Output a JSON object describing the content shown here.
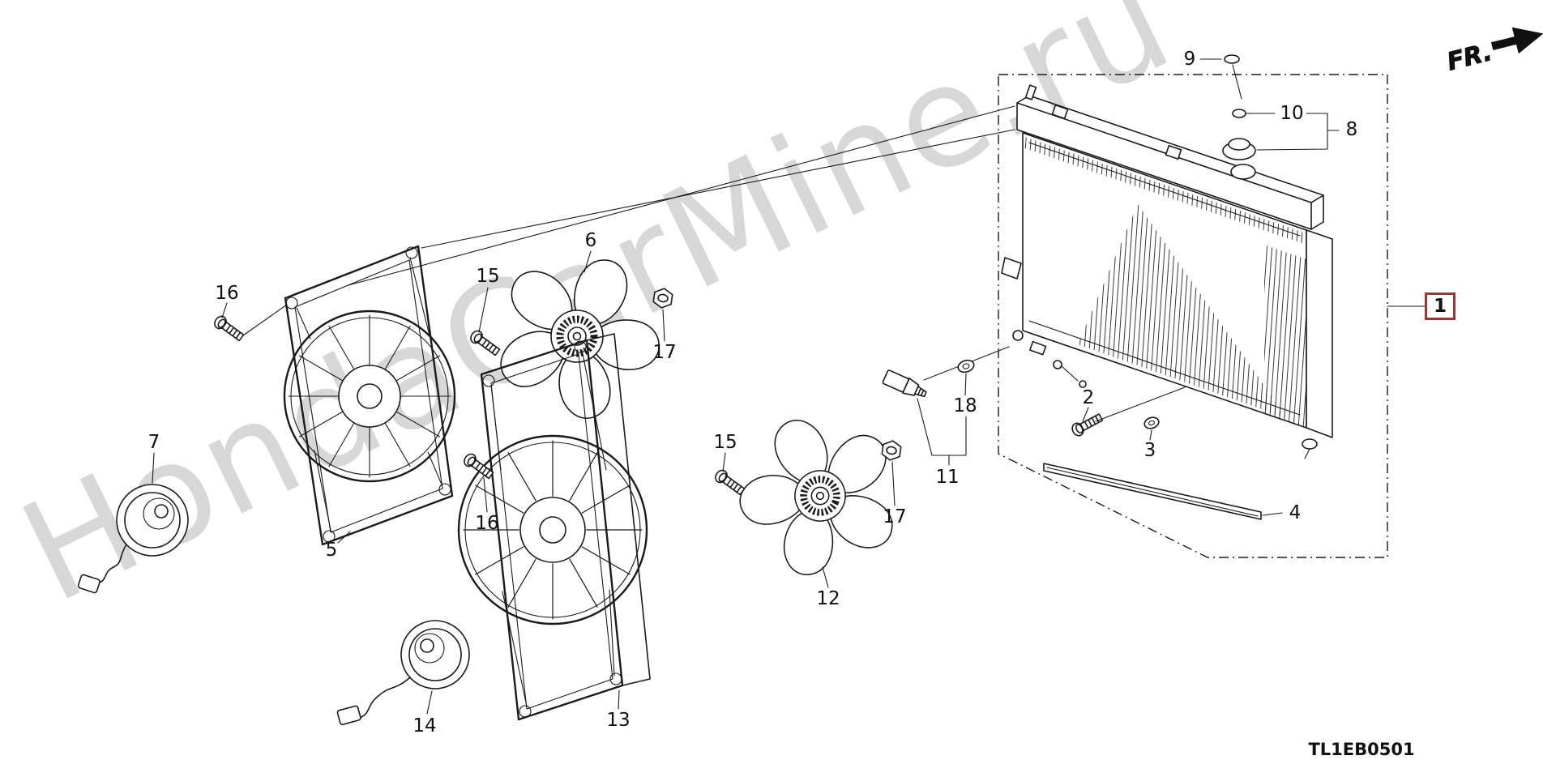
{
  "watermark": "HondaCarMine.ru",
  "fr_label": "FR.",
  "diagram_code": "TL1EB0501",
  "colors": {
    "line": "#1a1a1a",
    "selected_callout_box": "#9e3537",
    "watermark": "#d7d7d7"
  },
  "callouts": {
    "c1": "1",
    "c2": "2",
    "c3": "3",
    "c4": "4",
    "c5": "5",
    "c6": "6",
    "c7": "7",
    "c8": "8",
    "c9": "9",
    "c10": "10",
    "c11": "11",
    "c12": "12",
    "c13": "13",
    "c14": "14",
    "c15a": "15",
    "c15b": "15",
    "c16a": "16",
    "c16b": "16",
    "c17a": "17",
    "c17b": "17",
    "c18": "18"
  }
}
